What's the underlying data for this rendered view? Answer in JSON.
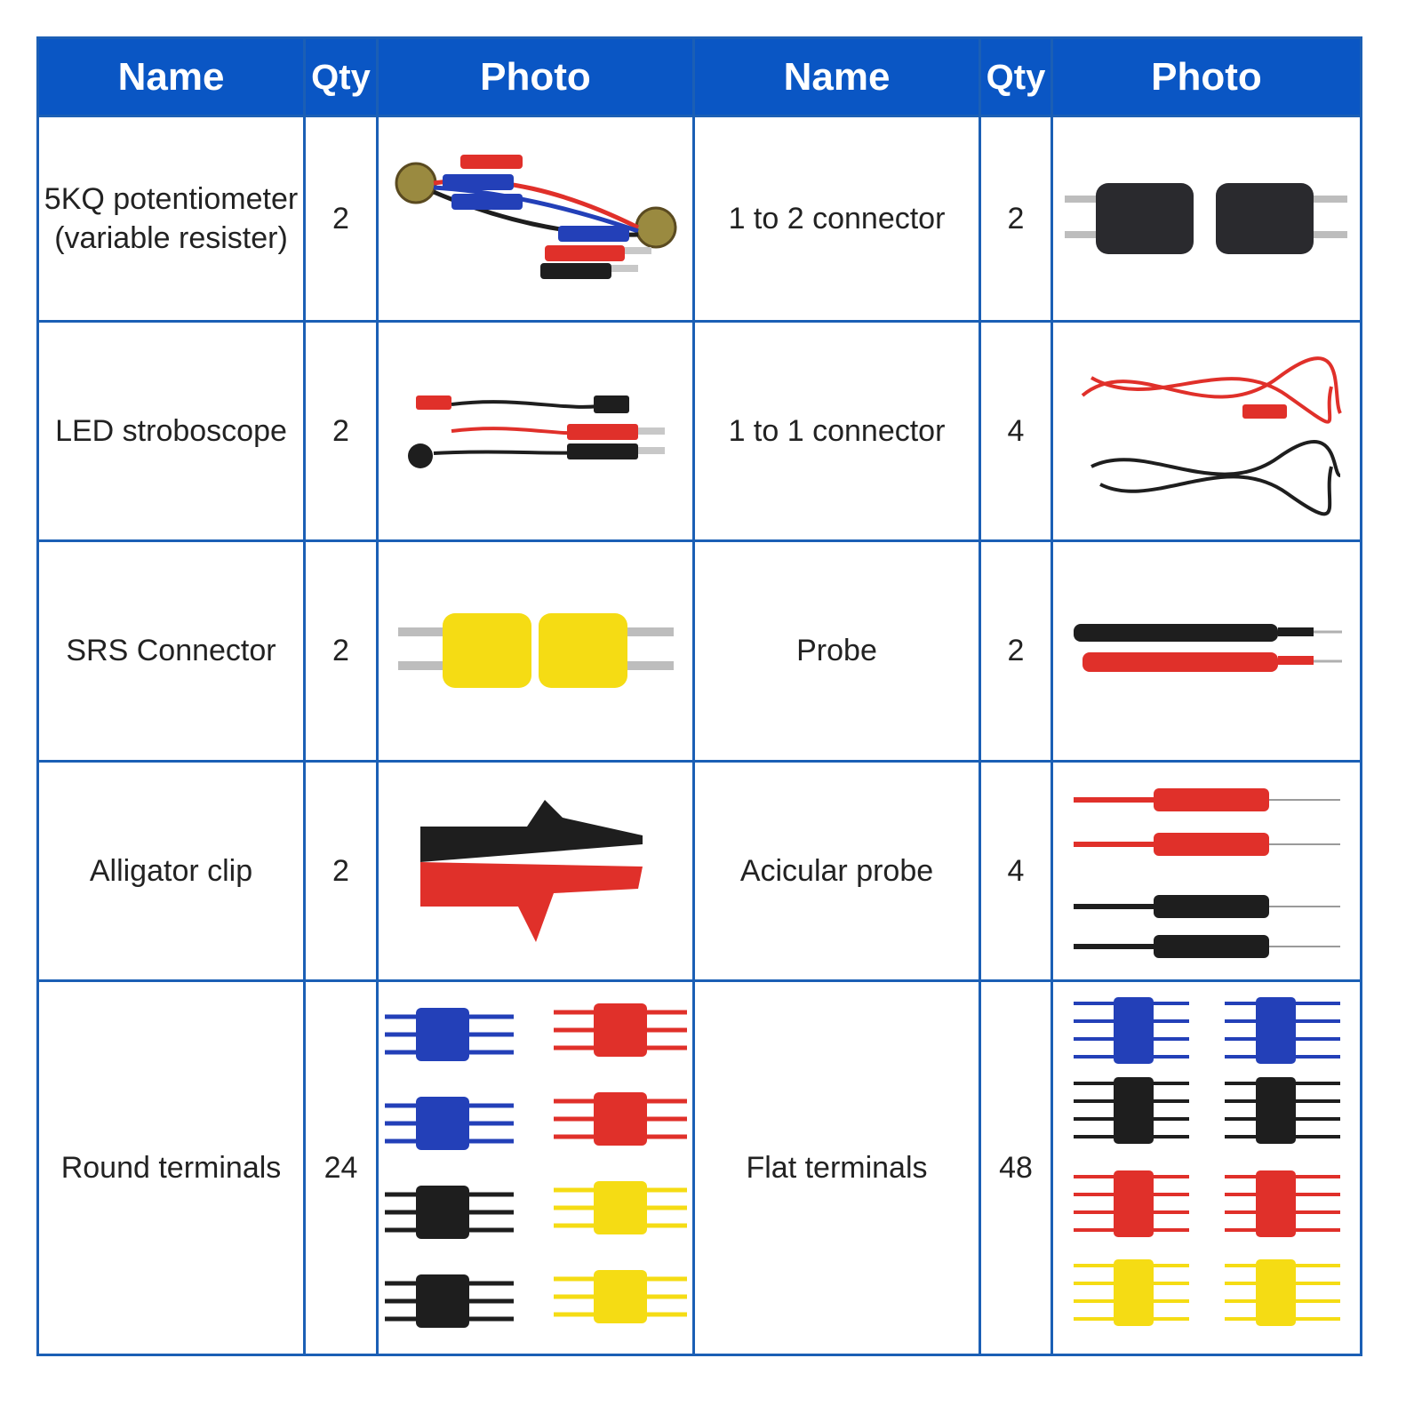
{
  "header": {
    "name_left": "Name",
    "qty_left": "Qty",
    "photo_left": "Photo",
    "name_right": "Name",
    "qty_right": "Qty",
    "photo_right": "Photo"
  },
  "rows": [
    {
      "left": {
        "name": "5KQ potentiometer (variable resister)",
        "qty": "2",
        "photo_icon": "potentiometer-leads-photo"
      },
      "right": {
        "name": "1 to 2 connector",
        "qty": "2",
        "photo_icon": "black-double-connector-photo"
      }
    },
    {
      "left": {
        "name": "LED stroboscope",
        "qty": "2",
        "photo_icon": "led-stroboscope-leads-photo"
      },
      "right": {
        "name": "1 to 1 connector",
        "qty": "4",
        "photo_icon": "red-black-cable-photo"
      }
    },
    {
      "left": {
        "name": "SRS Connector",
        "qty": "2",
        "photo_icon": "yellow-srs-connector-photo"
      },
      "right": {
        "name": "Probe",
        "qty": "2",
        "photo_icon": "test-probe-photo"
      }
    },
    {
      "left": {
        "name": "Alligator clip",
        "qty": "2",
        "photo_icon": "alligator-clip-photo"
      },
      "right": {
        "name": "Acicular probe",
        "qty": "4",
        "photo_icon": "acicular-probe-photo"
      }
    },
    {
      "left": {
        "name": "Round terminals",
        "qty": "24",
        "photo_icon": "round-terminals-photo"
      },
      "right": {
        "name": "Flat terminals",
        "qty": "48",
        "photo_icon": "flat-terminals-photo"
      }
    }
  ],
  "colors": {
    "header_bg": "#0a56c4",
    "grid_line": "#1b5fb5",
    "wire_red": "#e0302a",
    "wire_black": "#1e1e1e",
    "wire_blue": "#2340b8",
    "wire_yellow": "#f5dc14"
  }
}
